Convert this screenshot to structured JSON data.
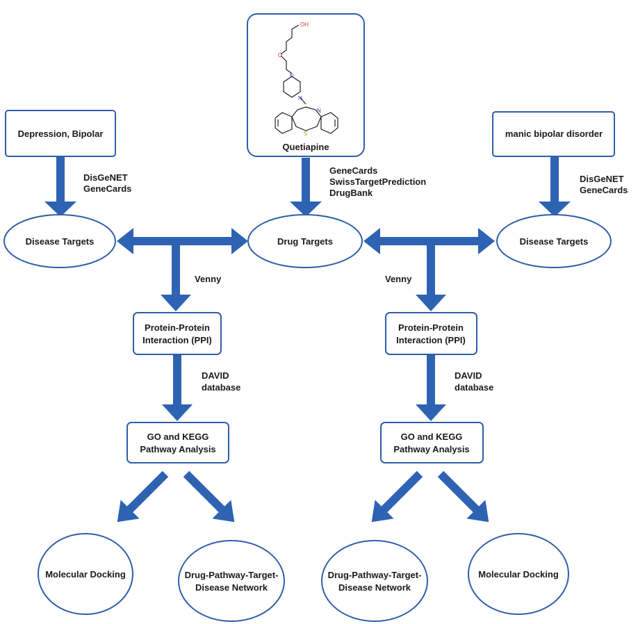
{
  "drug": {
    "name": "Quetiapine",
    "atoms": {
      "oh": "OH",
      "o": "O",
      "n1": "N",
      "n2": "N",
      "n3": "N",
      "s": "S"
    }
  },
  "left": {
    "disease": "Depression, Bipolar",
    "disease_sources": [
      "DisGeNET",
      "GeneCards"
    ],
    "targets": "Disease Targets",
    "venny": "Venny",
    "ppi": [
      "Protein-Protein",
      "Interaction (PPI)"
    ],
    "david": [
      "DAVID",
      "database"
    ],
    "go_kegg": [
      "GO and KEGG",
      "Pathway Analysis"
    ],
    "docking": "Molecular Docking",
    "network": [
      "Drug-Pathway-Target-",
      "Disease Network"
    ]
  },
  "center": {
    "targets": "Drug Targets",
    "drug_sources": [
      "GeneCards",
      "SwissTargetPrediction",
      "DrugBank"
    ]
  },
  "right": {
    "disease": "manic bipolar disorder",
    "disease_sources": [
      "DisGeNET",
      "GeneCards"
    ],
    "targets": "Disease Targets",
    "venny": "Venny",
    "ppi": [
      "Protein-Protein",
      "Interaction (PPI)"
    ],
    "david": [
      "DAVID",
      "database"
    ],
    "go_kegg": [
      "GO and KEGG",
      "Pathway Analysis"
    ],
    "network": [
      "Drug-Pathway-Target-",
      "Disease Network"
    ],
    "docking": "Molecular Docking"
  },
  "colors": {
    "stroke": "#2e5ea8",
    "arrow": "#2e63b3",
    "oxygen": "#d23b3b"
  }
}
